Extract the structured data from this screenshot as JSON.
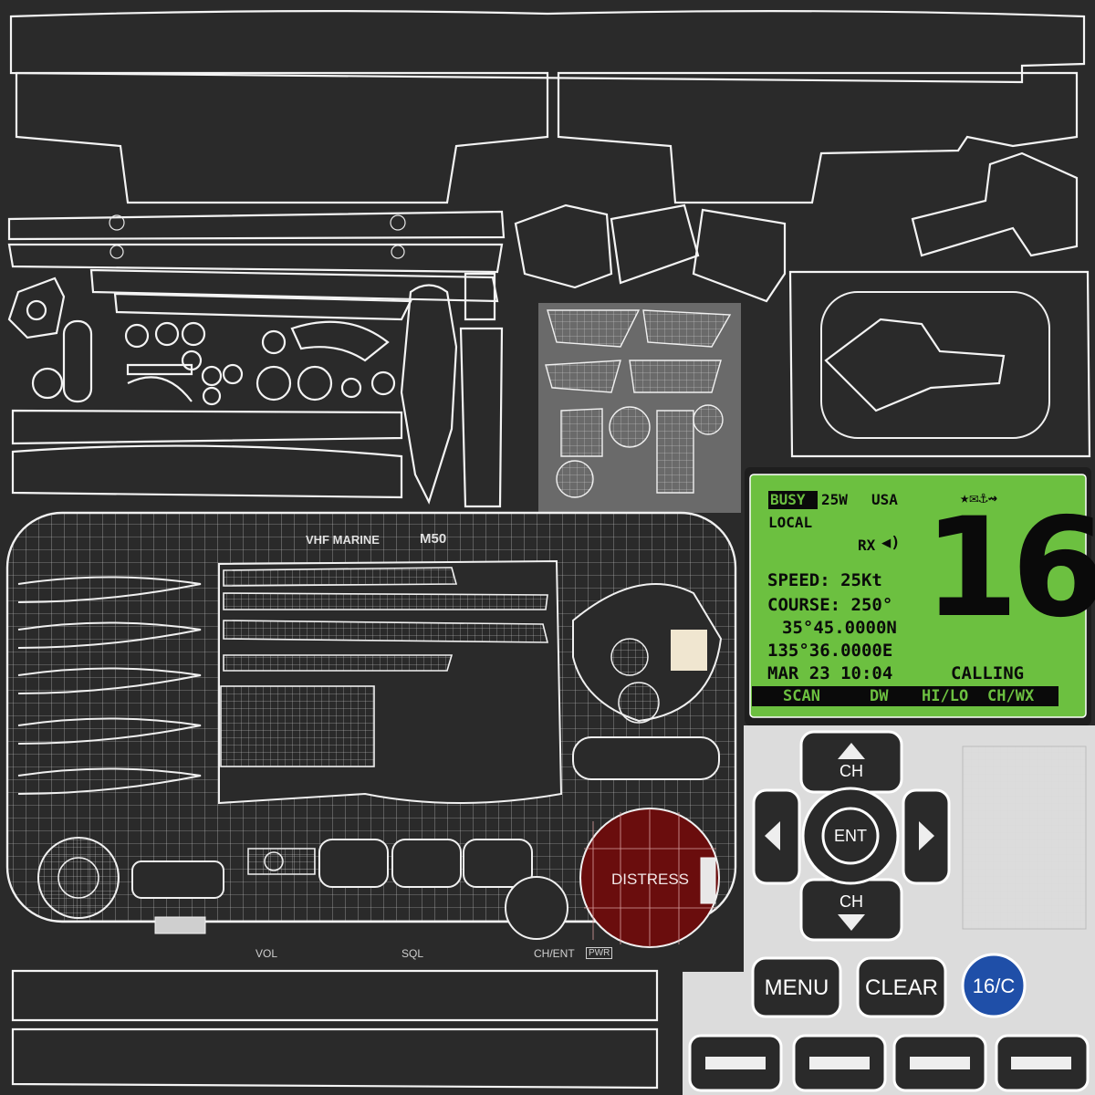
{
  "panel": {
    "model_label": "VHF MARINE",
    "model_number": "M50",
    "vol_label": "VOL",
    "sql_label": "SQL",
    "chent_label": "CH/ENT",
    "pwr_label": "PWR",
    "distress_label": "DISTRESS"
  },
  "lcd": {
    "busy": "BUSY",
    "power": "25W",
    "region": "USA",
    "status_icons": "★✉⚓⇝",
    "local": "LOCAL",
    "rx": "RX",
    "channel": "16",
    "speed": "SPEED: 25Kt",
    "course": "COURSE: 250°",
    "lat": "35°45.0000N",
    "lon": "135°36.0000E",
    "datetime": "MAR 23 10:04",
    "calling": "CALLING",
    "softkeys": [
      "SCAN",
      "DW",
      "HI/LO",
      "CH/WX"
    ]
  },
  "keypad": {
    "ch_up": "CH",
    "ch_down": "CH",
    "ent": "ENT",
    "menu": "MENU",
    "clear": "CLEAR",
    "sixteen_c": "16/C"
  },
  "colors": {
    "background": "#2a2a2a",
    "lcd_green": "#6cc040",
    "distress_red": "#6a0d0d",
    "sixteen_blue": "#1f4fa8",
    "keypad_bg": "#dcdcdc"
  }
}
